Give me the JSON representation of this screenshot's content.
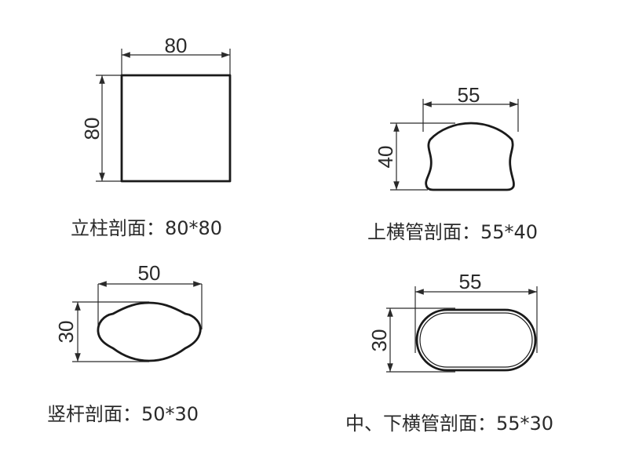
{
  "sections": [
    {
      "id": "post",
      "width_label": "80",
      "height_label": "80",
      "caption": "立柱剖面：80*80"
    },
    {
      "id": "top-rail",
      "width_label": "55",
      "height_label": "40",
      "caption": "上横管剖面：55*40"
    },
    {
      "id": "baluster",
      "width_label": "50",
      "height_label": "30",
      "caption": "竖杆剖面：50*30"
    },
    {
      "id": "mid-bottom-rail",
      "width_label": "55",
      "height_label": "30",
      "caption": "中、下横管剖面：55*30"
    }
  ]
}
